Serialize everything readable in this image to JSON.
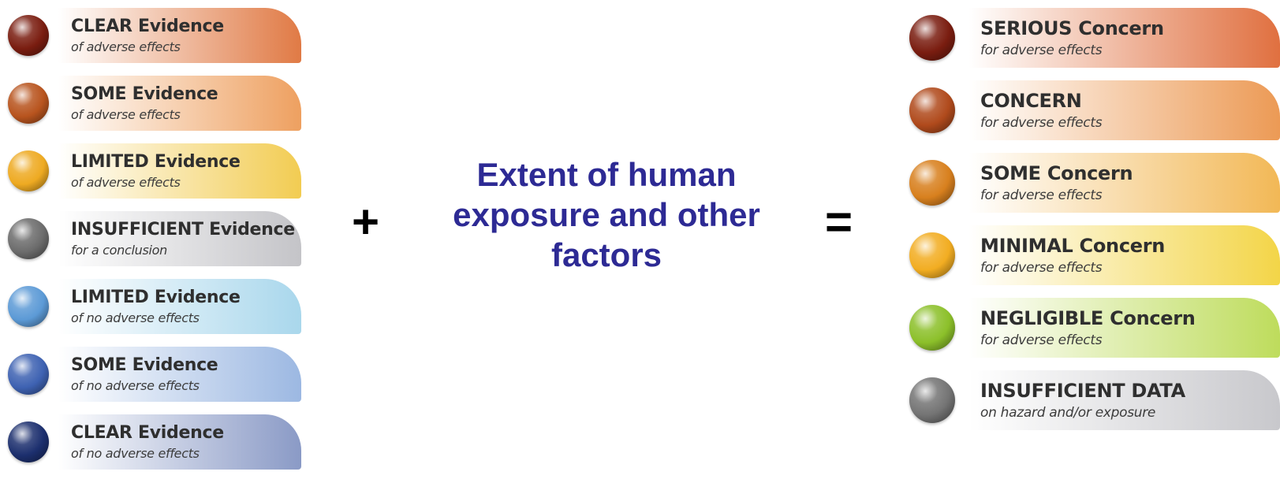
{
  "evidence_levels": [
    {
      "title": "CLEAR Evidence",
      "subtitle": "of adverse effects",
      "ball_color": "#7a1d10",
      "band_color": "#e07a45"
    },
    {
      "title": "SOME Evidence",
      "subtitle": "of adverse effects",
      "ball_color": "#b8541e",
      "band_color": "#eea060"
    },
    {
      "title": "LIMITED Evidence",
      "subtitle": "of adverse effects",
      "ball_color": "#eeaa22",
      "band_color": "#f2cc52"
    },
    {
      "title": "INSUFFICIENT Evidence",
      "subtitle": "for a conclusion",
      "ball_color": "#6c6c6c",
      "band_color": "#c4c4c8"
    },
    {
      "title": "LIMITED Evidence",
      "subtitle": "of no adverse effects",
      "ball_color": "#5c9ad6",
      "band_color": "#a9d7ec"
    },
    {
      "title": "SOME Evidence",
      "subtitle": "of no adverse effects",
      "ball_color": "#3e62b2",
      "band_color": "#9cb8e2"
    },
    {
      "title": "CLEAR Evidence",
      "subtitle": "of no adverse effects",
      "ball_color": "#1c2f6e",
      "band_color": "#8a9ac6"
    }
  ],
  "operator_plus": "+",
  "middle_lines": [
    "Extent of human",
    "exposure and other",
    "factors"
  ],
  "middle_color": "#2d2a94",
  "operator_equals": "=",
  "concern_levels": [
    {
      "title": "SERIOUS Concern",
      "subtitle": "for adverse effects",
      "ball_color": "#7a1d10",
      "band_color": "#e07040"
    },
    {
      "title": "CONCERN",
      "subtitle": "for adverse effects",
      "ball_color": "#b04a1c",
      "band_color": "#ec9a55"
    },
    {
      "title": "SOME Concern",
      "subtitle": "for adverse effects",
      "ball_color": "#d8801e",
      "band_color": "#f2b856"
    },
    {
      "title": "MINIMAL Concern",
      "subtitle": "for adverse effects",
      "ball_color": "#f2ad22",
      "band_color": "#f3d548"
    },
    {
      "title": "NEGLIGIBLE Concern",
      "subtitle": "for adverse effects",
      "ball_color": "#8cc02a",
      "band_color": "#bedc5c"
    },
    {
      "title": "INSUFFICIENT DATA",
      "subtitle": "on hazard and/or exposure",
      "ball_color": "#747474",
      "band_color": "#c8c8cc"
    }
  ]
}
